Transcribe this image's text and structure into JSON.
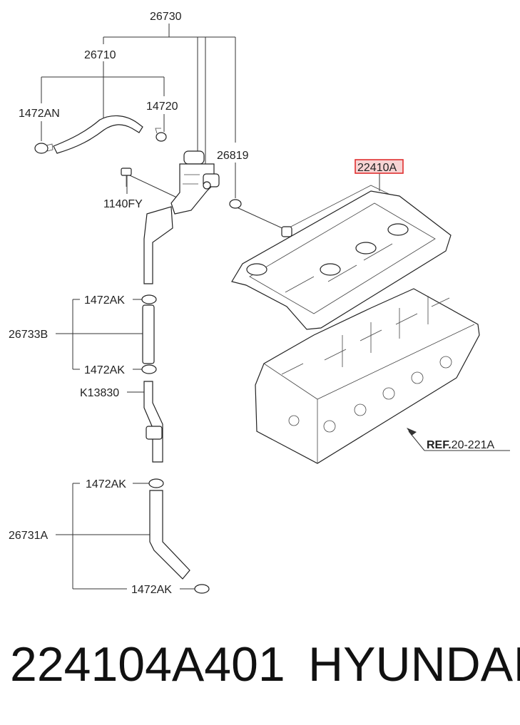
{
  "diagram": {
    "labels": {
      "l26730": "26730",
      "l26710": "26710",
      "l1472AN": "1472AN",
      "l14720": "14720",
      "l26819": "26819",
      "l22410A": "22410A",
      "l1140FY": "1140FY",
      "l1472AK_1": "1472AK",
      "l26733B": "26733B",
      "l1472AK_2": "1472AK",
      "lK13830": "K13830",
      "lREF_bold": "REF.",
      "lREF_rest": "20-221A",
      "l1472AK_3": "1472AK",
      "l26731A": "26731A",
      "l1472AK_4": "1472AK"
    },
    "highlight_color": "#e03030"
  },
  "footer": {
    "part_number": "224104A401",
    "brand": "HYUNDAI"
  }
}
